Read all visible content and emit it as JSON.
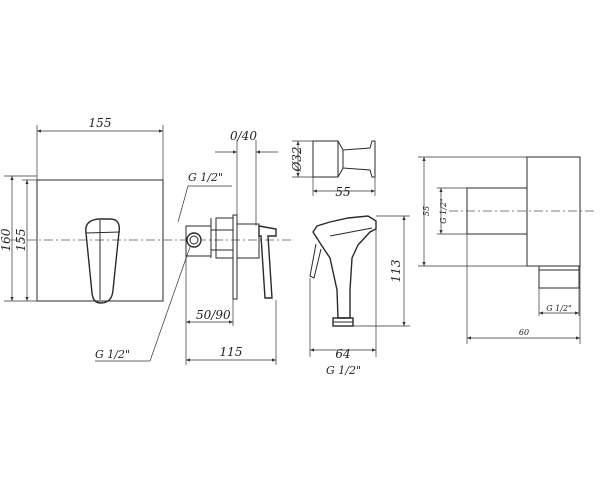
{
  "panel_1": {
    "width_label": "155",
    "height_outer_label": "160",
    "height_inner_label": "155",
    "thread_top_label": "G 1/2\"",
    "thread_bottom_label": "G 1/2\""
  },
  "panel_2": {
    "wall_range_label": "0/40",
    "depth_range_label": "50/90",
    "total_depth_label": "115"
  },
  "panel_3": {
    "diameter_label": "Ø32",
    "length_label": "55",
    "height_label": "113",
    "width_label": "64",
    "thread_label": "G 1/2\""
  },
  "panel_4": {
    "height_label": "55",
    "thread_side_label": "G 1/2\"",
    "thread_bottom_label": "G 1/2\"",
    "width_label": "60"
  }
}
